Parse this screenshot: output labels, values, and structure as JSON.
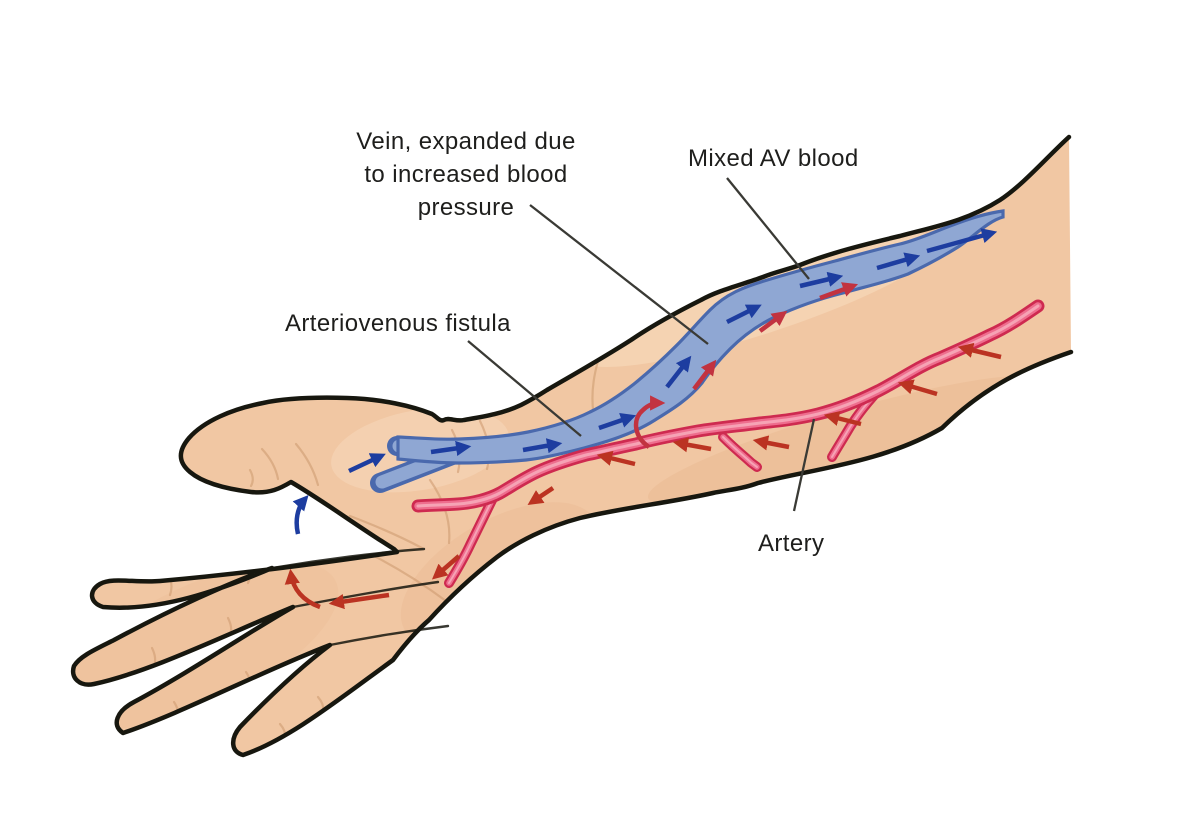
{
  "labels": {
    "vein": {
      "line1": "Vein, expanded due",
      "line2": "to increased blood",
      "line3": "pressure"
    },
    "mixed_av_blood": "Mixed AV blood",
    "arteriovenous_fistula": "Arteriovenous fistula",
    "artery": "Artery"
  },
  "colors": {
    "background": "#ffffff",
    "skin": "#f1c7a3",
    "skin_shadow": "#e2af85",
    "skin_highlight": "#fadfc2",
    "crease": "#cf9c72",
    "outline": "#17170f",
    "vein_fill": "#8fa7d3",
    "vein_border": "#4a69ad",
    "artery_dark": "#ce2a50",
    "artery_mid": "#ee6e8e",
    "artery_light": "#f6a3b5",
    "arrow_blue": "#1d3da0",
    "arrow_red_vein": "#c23340",
    "arrow_red_artery": "#bb3322",
    "label_text": "#1e1e1c",
    "leader_line": "#3a3a35"
  }
}
